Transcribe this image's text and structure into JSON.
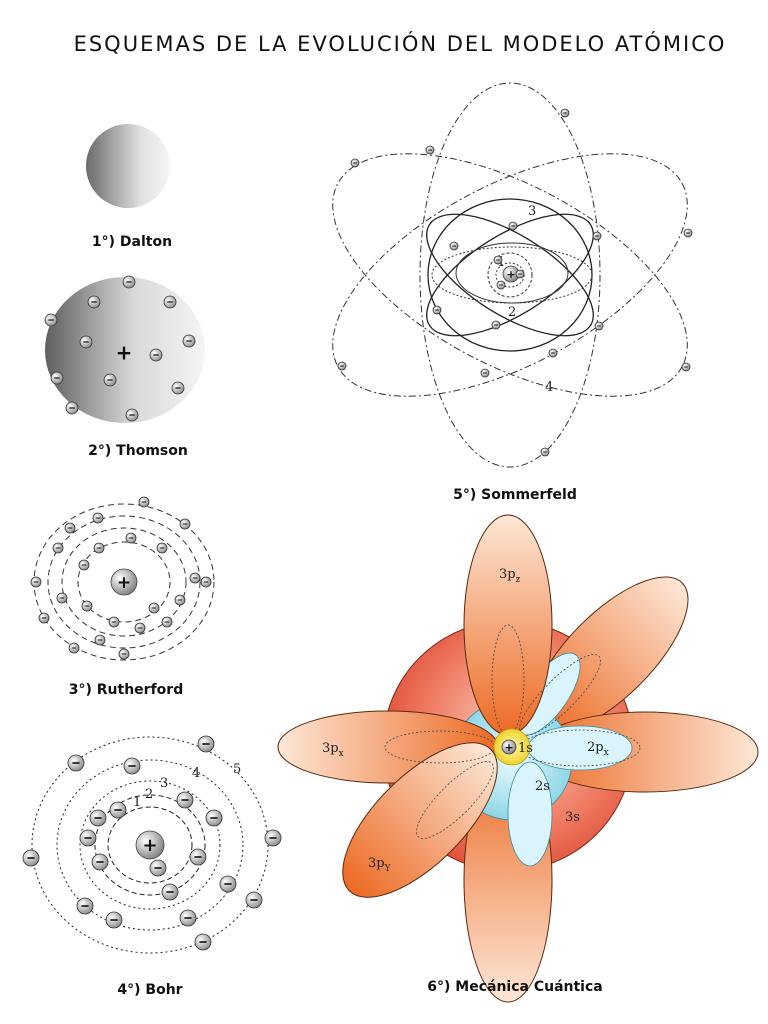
{
  "title": "ESQUEMAS DE LA EVOLUCIÓN DEL MODELO ATÓMICO",
  "models": {
    "dalton": {
      "caption": "1°) Dalton"
    },
    "thomson": {
      "caption": "2°) Thomson",
      "nucleus_charge": "+",
      "electron_charge": "−"
    },
    "rutherford": {
      "caption": "3°) Rutherford",
      "nucleus_charge": "+"
    },
    "bohr": {
      "caption": "4°) Bohr",
      "nucleus_charge": "+",
      "level_labels": [
        "1",
        "2",
        "3",
        "4",
        "5"
      ]
    },
    "sommerfeld": {
      "caption": "5°) Sommerfeld",
      "nucleus_charge": "+",
      "level_labels": [
        "1",
        "2",
        "3",
        "4"
      ]
    },
    "quantum": {
      "caption": "6°) Mecánica Cuántica",
      "nucleus_charge": "+",
      "orbital_labels": {
        "s1": "1s",
        "s2": "2s",
        "s3": "3s",
        "pz": "3p",
        "pz_sub": "z",
        "px3": "3p",
        "px3_sub": "x",
        "py": "3p",
        "py_sub": "Y",
        "px2": "2p",
        "px2_sub": "x"
      }
    }
  },
  "colors": {
    "sphere_dark": "#6a6a6a",
    "sphere_light": "#f2f2f2",
    "lobe_orange": "#f07838",
    "lobe_pale": "#fbe0cc",
    "sphere_3s": "#e8553c",
    "sphere_2s": "#9fdce8",
    "core_1s": "#f5e64a"
  }
}
